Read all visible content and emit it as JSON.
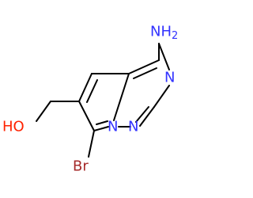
{
  "molecule": {
    "atoms": {
      "amine": {
        "text": "NH2",
        "color": "#3333ff"
      },
      "n3": {
        "text": "N",
        "color": "#3333ff"
      },
      "n1": {
        "text": "N",
        "color": "#3333ff"
      },
      "n_bridge": {
        "text": "N",
        "color": "#3333ff"
      },
      "hydroxyl": {
        "text": "HO",
        "color": "#ff2200"
      },
      "bromine": {
        "text": "Br",
        "color": "#a52a2a"
      }
    },
    "bond_color": "#000000"
  }
}
